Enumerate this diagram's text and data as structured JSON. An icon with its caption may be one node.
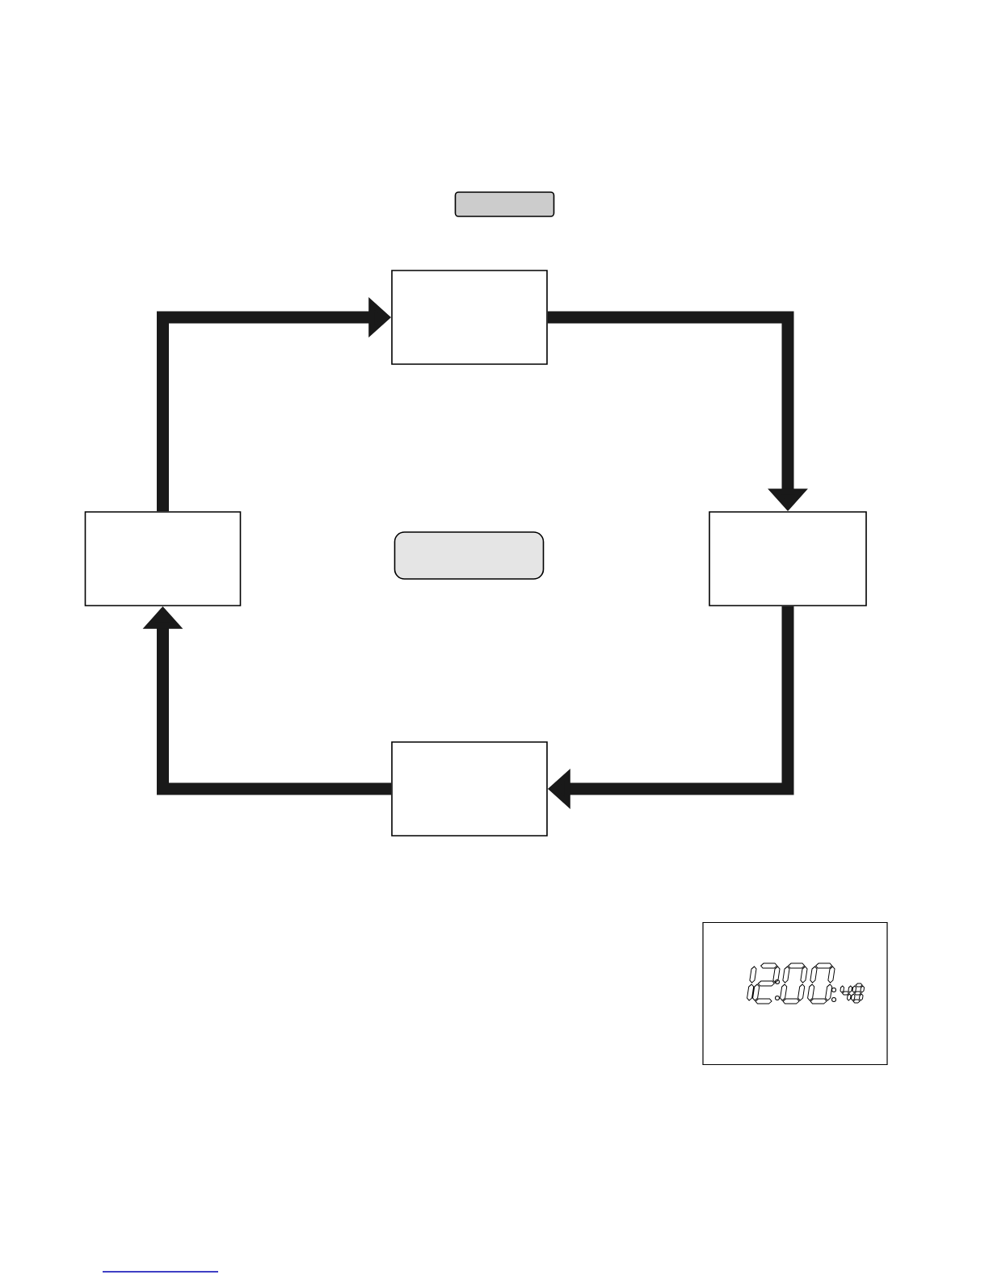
{
  "diagram": {
    "nodes": [
      {
        "text": [],
        "shape": "box"
      },
      {
        "text": [],
        "shape": "box"
      },
      {
        "text": [],
        "shape": "box"
      },
      {
        "text": [],
        "shape": "box"
      },
      {
        "text": [],
        "shape": "box"
      },
      {
        "text": [],
        "shape": "box"
      },
      {
        "text": [],
        "shape": "picture"
      }
    ],
    "edges": [
      {
        "from": 1,
        "to": 4,
        "arrow": "to"
      },
      {
        "from": 4,
        "to": 5,
        "arrow": "to"
      },
      {
        "from": 5,
        "to": 2,
        "arrow": "to"
      },
      {
        "from": 2,
        "to": 1,
        "arrow": "to"
      }
    ]
  }
}
